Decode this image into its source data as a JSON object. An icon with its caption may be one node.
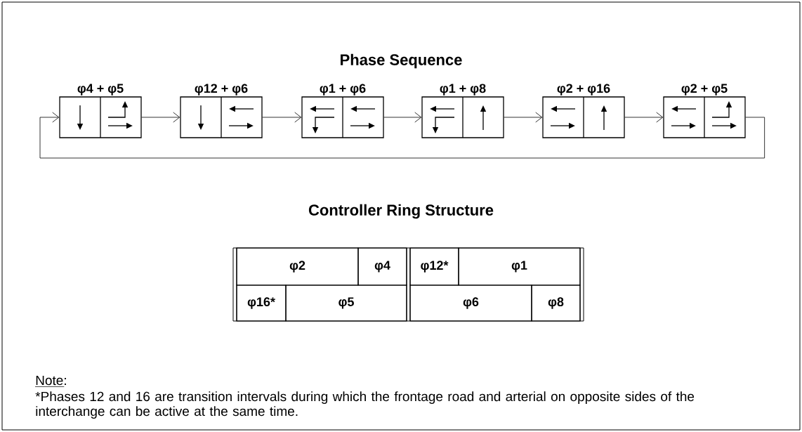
{
  "diagram": {
    "title": "Phase Sequence",
    "nodes": [
      {
        "text": [
          "φ4 + φ5"
        ]
      },
      {
        "text": [
          "φ12 + φ6"
        ]
      },
      {
        "text": [
          "φ1 + φ6"
        ]
      },
      {
        "text": [
          "φ1 + φ8"
        ]
      },
      {
        "text": [
          "φ2 + φ16"
        ]
      },
      {
        "text": [
          "φ2 + φ5"
        ]
      }
    ],
    "edges": [
      {
        "from": 0,
        "to": 1,
        "arrow": "to"
      },
      {
        "from": 1,
        "to": 2,
        "arrow": "to"
      },
      {
        "from": 2,
        "to": 3,
        "arrow": "to"
      },
      {
        "from": 3,
        "to": 4,
        "arrow": "to"
      },
      {
        "from": 4,
        "to": 5,
        "arrow": "to"
      },
      {
        "from": 5,
        "to": 0,
        "arrow": "to"
      }
    ],
    "labels": [
      "Controller Ring Structure",
      "φ2",
      "φ4",
      "φ12*",
      "φ1",
      "φ16*",
      "φ5",
      "φ6",
      "φ8",
      "Note:",
      "*Phases 12 and 16 are transition intervals during which the frontage road and arterial on opposite sides of the interchange can be active at the same time."
    ]
  }
}
